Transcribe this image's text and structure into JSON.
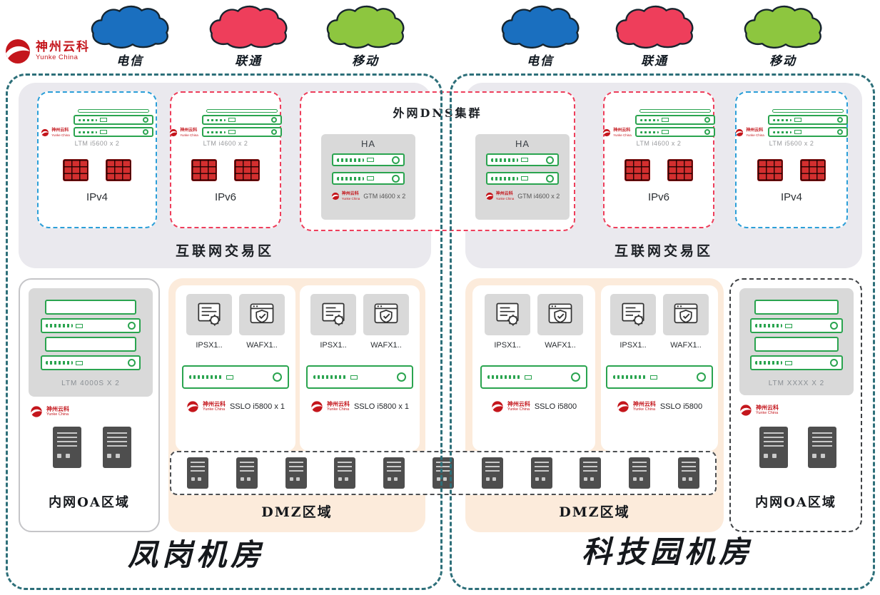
{
  "logo": {
    "title": "神州云科",
    "subtitle": "Yunke China"
  },
  "clouds": [
    {
      "label": "电信",
      "color": "#1a6fbf"
    },
    {
      "label": "联通",
      "color": "#ee3e5b"
    },
    {
      "label": "移动",
      "color": "#8dc63f"
    },
    {
      "label": "电信",
      "color": "#1a6fbf"
    },
    {
      "label": "联通",
      "color": "#ee3e5b"
    },
    {
      "label": "移动",
      "color": "#8dc63f"
    }
  ],
  "zones": {
    "internet_left": "互联网交易区",
    "internet_right": "互联网交易区",
    "dmz_left": "DMZ区域",
    "dmz_right": "DMZ区域",
    "oa_left": "内网OA区域",
    "oa_right": "内网OA区域"
  },
  "boxes": {
    "l_ipv4": {
      "device": "LTM i5600 x 2",
      "label": "IPv4"
    },
    "l_ipv6": {
      "device": "LTM i4600 x 2",
      "label": "IPv6"
    },
    "r_ipv6": {
      "device": "LTM i4600 x 2",
      "label": "IPv6"
    },
    "r_ipv4": {
      "device": "LTM i5600 x 2",
      "label": "IPv4"
    }
  },
  "dns": {
    "title": "外网DNS集群",
    "ha_left": "HA",
    "ha_right": "HA",
    "device_left": "GTM i4600 x 2",
    "device_right": "GTM i4600 x 2"
  },
  "oa": {
    "left_device": "LTM 4000S X 2",
    "right_device": "LTM XXXX X 2"
  },
  "dmz": {
    "left": [
      {
        "ips": "IPSX1..",
        "waf": "WAFX1..",
        "sslo": "SSLO i5800 x 1"
      },
      {
        "ips": "IPSX1..",
        "waf": "WAFX1..",
        "sslo": "SSLO i5800 x 1"
      }
    ],
    "right": [
      {
        "ips": "IPSX1..",
        "waf": "WAFX1..",
        "sslo": "SSLO i5800"
      },
      {
        "ips": "IPSX1..",
        "waf": "WAFX1..",
        "sslo": "SSLO i5800"
      }
    ]
  },
  "titles": {
    "left": "凤岗机房",
    "right": "科技园机房"
  },
  "colors": {
    "brand_red": "#c4161c",
    "dash_teal": "#2d6f79",
    "device_green": "#2aa44f",
    "alert_red": "#ee3e5b",
    "blue_dash": "#2b9fd8",
    "zone_gray": "#eae9ee",
    "dmz_peach": "#fcebdb",
    "firewall_red": "#d32f2f"
  }
}
